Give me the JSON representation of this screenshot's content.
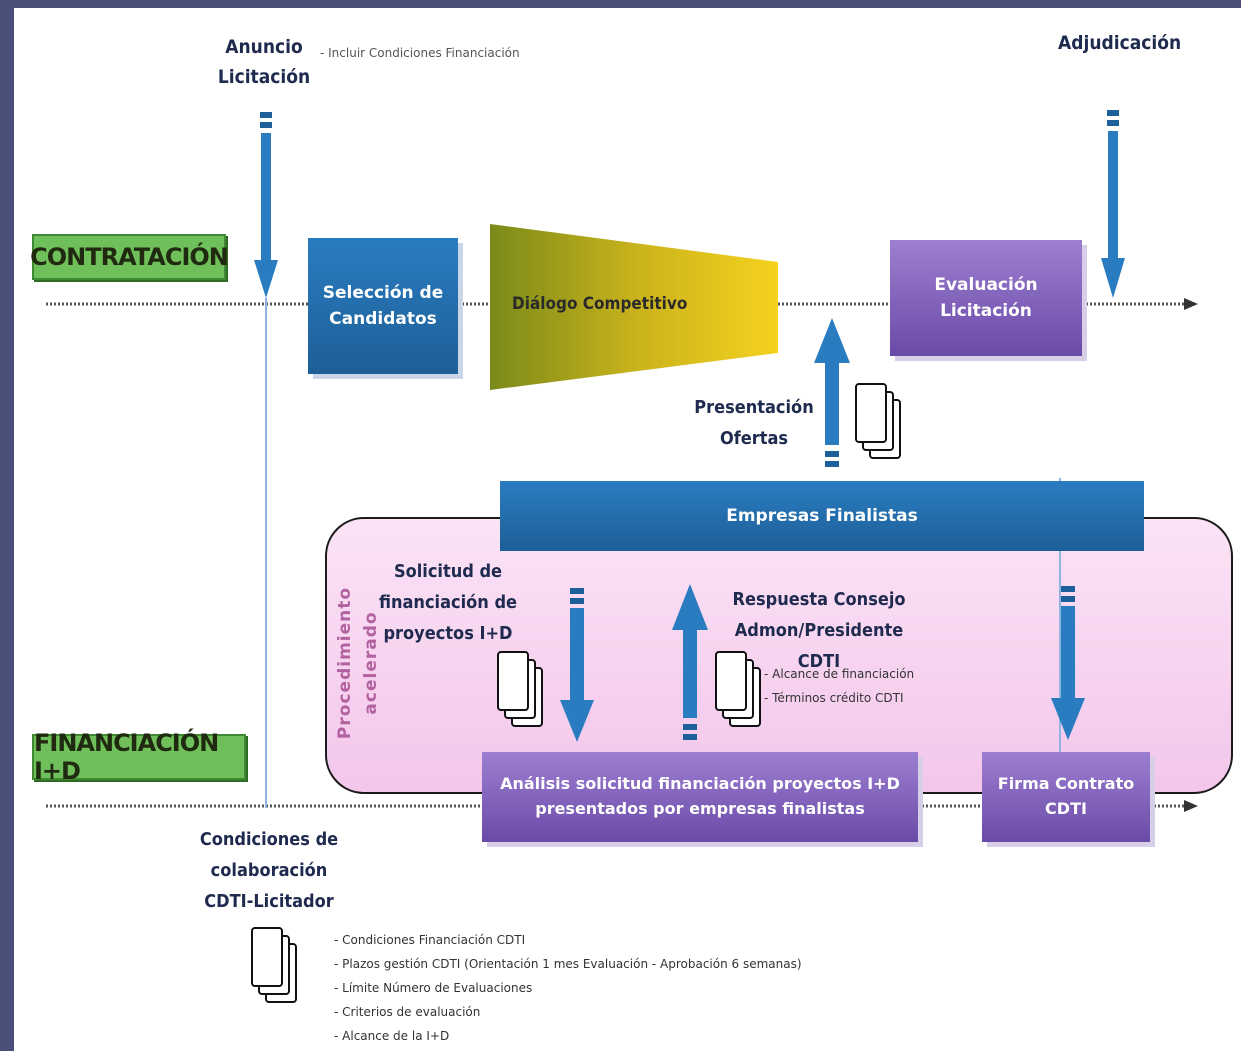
{
  "lanes": {
    "contratacion": "CONTRATACIÓN",
    "financiacion": "FINANCIACIÓN I+D"
  },
  "top": {
    "anuncio_line1": "Anuncio",
    "anuncio_line2": "Licitación",
    "anuncio_note": "- Incluir Condiciones Financiación",
    "adjudicacion": "Adjudicación"
  },
  "boxes": {
    "seleccion_line1": "Selección de",
    "seleccion_line2": "Candidatos",
    "dialogo": "Diálogo Competitivo",
    "evaluacion_line1": "Evaluación",
    "evaluacion_line2": "Licitación",
    "empresas": "Empresas Finalistas",
    "analisis_line1": "Análisis solicitud financiación proyectos I+D",
    "analisis_line2": "presentados por empresas finalistas",
    "firma_line1": "Firma Contrato",
    "firma_line2": "CDTI"
  },
  "presentacion": {
    "line1": "Presentación",
    "line2": "Ofertas"
  },
  "procedimiento": {
    "line1": "Procedimiento",
    "line2": "acelerado"
  },
  "solicitud": {
    "line1": "Solicitud de",
    "line2": "financiación de",
    "line3": "proyectos I+D"
  },
  "respuesta": {
    "line1": "Respuesta Consejo",
    "line2": "Admon/Presidente CDTI",
    "bullet1": "- Alcance de financiación",
    "bullet2": "- Términos crédito CDTI"
  },
  "condiciones": {
    "line1": "Condiciones de",
    "line2": "colaboración",
    "line3": "CDTI-Licitador",
    "bullets": [
      "- Condiciones Financiación CDTI",
      "- Plazos gestión CDTI (Orientación 1 mes  Evaluación - Aprobación 6 semanas)",
      "- Límite Número de Evaluaciones",
      "- Criterios de evaluación",
      "- Alcance de la I+D"
    ]
  },
  "colors": {
    "lane_green": "#6fbf5a",
    "blue_box": "#2a7cc0",
    "purple_box": "#8b6cc4",
    "pink_area": "#f7d3f0",
    "dialogo_gradient": [
      "#7a8a1a",
      "#f5cf1e"
    ]
  }
}
